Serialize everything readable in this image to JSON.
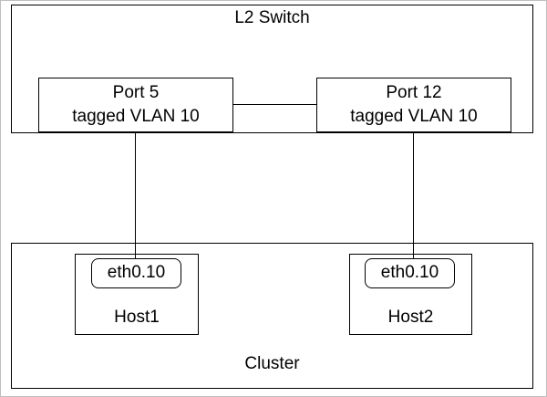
{
  "switch": {
    "title": "L2 Switch",
    "ports": [
      {
        "line1": "Port 5",
        "line2": "tagged VLAN 10"
      },
      {
        "line1": "Port 12",
        "line2": "tagged VLAN 10"
      }
    ]
  },
  "cluster": {
    "title": "Cluster",
    "hosts": [
      {
        "name": "Host1",
        "interface": "eth0.10"
      },
      {
        "name": "Host2",
        "interface": "eth0.10"
      }
    ]
  }
}
